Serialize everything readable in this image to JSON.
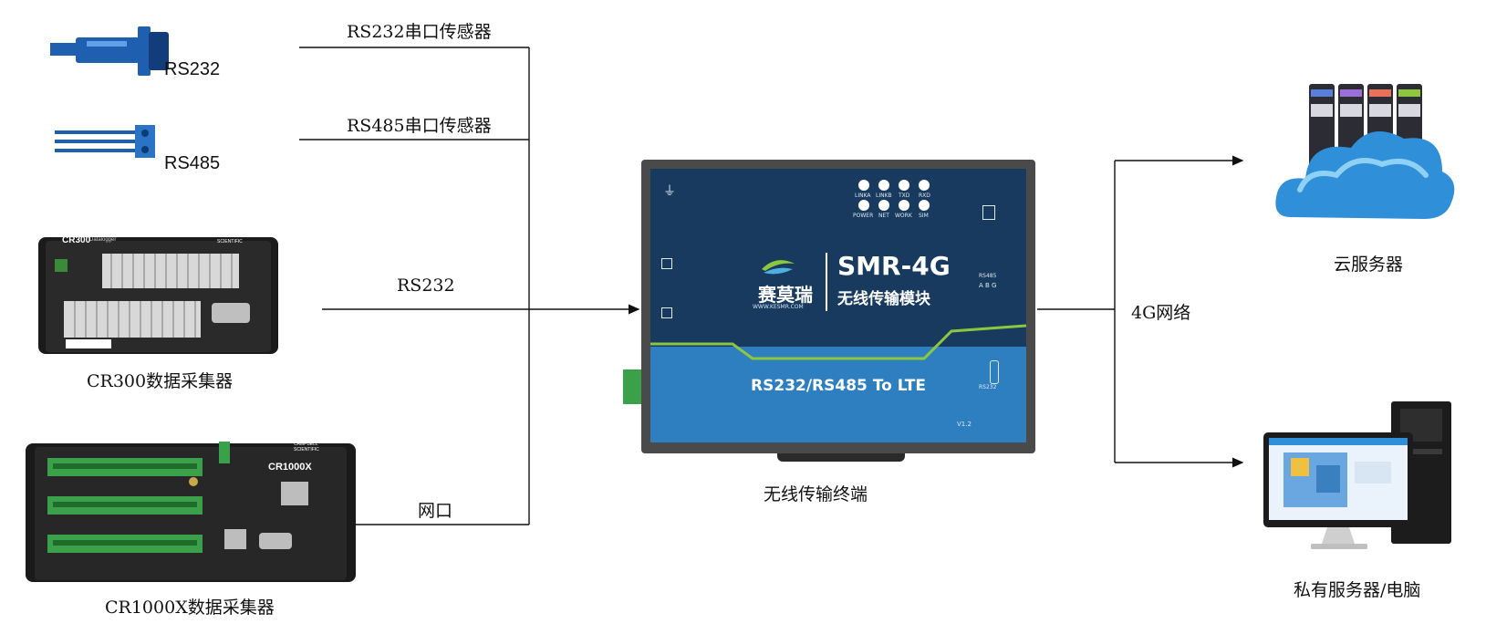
{
  "labels": {
    "rs232_sensor_line": "RS232串口传感器",
    "rs485_sensor_line": "RS485串口传感器",
    "rs232_line": "RS232",
    "ethernet_line": "网口",
    "network_line": "4G网络",
    "rs232_device": "RS232",
    "rs485_device": "RS485",
    "cr300": "CR300数据采集器",
    "cr1000x": "CR1000X数据采集器",
    "terminal": "无线传输终端",
    "cloud": "云服务器",
    "private_server": "私有服务器/电脑"
  },
  "device": {
    "brand_cn": "赛莫瑞",
    "brand_url": "WWW.KESMR.COM",
    "model": "SMR-4G",
    "model_sub": "无线传输模块",
    "bottom_text": "RS232/RS485 To LTE",
    "version": "V1.2",
    "leds_top": [
      "LINKA",
      "LINKB",
      "TXD",
      "RXD"
    ],
    "leds_bottom": [
      "POWER",
      "NET",
      "WORK",
      "SIM"
    ],
    "rs485_label": "RS485",
    "rs485_pins": "A  B  G",
    "rs232_label": "RS232"
  },
  "cr300": {
    "model": "CR300",
    "subtitle": "Datalogger",
    "brand": "CAMPBELL SCIENTIFIC"
  },
  "cr1000x": {
    "model": "CR1000X",
    "brand": "CAMPBELL SCIENTIFIC"
  },
  "colors": {
    "device_dark": "#173a5e",
    "device_blue": "#2e7fbf",
    "accent_green": "#8dc63f",
    "cloud_blue": "#2f8fd8",
    "connector_blue": "#1f5fb0",
    "terminal_green": "#3aa14a"
  }
}
